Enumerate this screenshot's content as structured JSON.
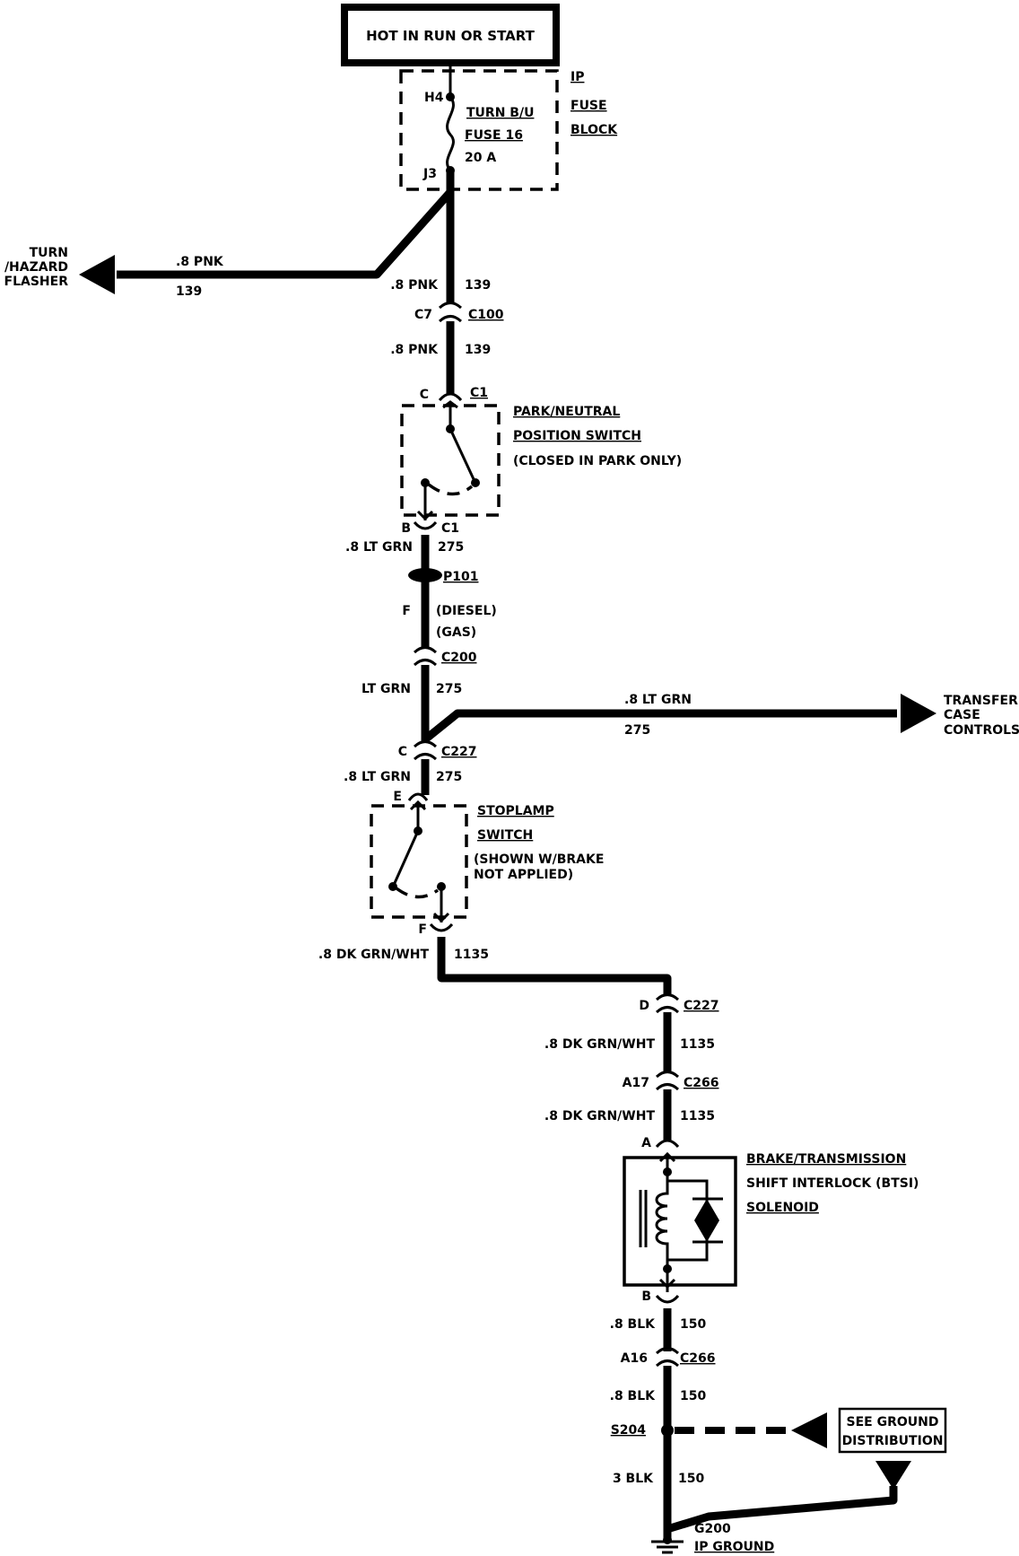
{
  "power": {
    "label": "HOT IN RUN OR START"
  },
  "fuse_block": {
    "terminal_top": "H4",
    "terminal_bottom": "J3",
    "fuse_name_1": "TURN B/U",
    "fuse_name_2": "FUSE 16",
    "rating": "20 A",
    "title_1": "IP",
    "title_2": "FUSE",
    "title_3": "BLOCK"
  },
  "flasher_branch": {
    "dest_1": "TURN",
    "dest_2": "/HAZARD",
    "dest_3": "FLASHER",
    "wire_color": ".8 PNK",
    "circuit": "139"
  },
  "segments": {
    "pnk_1": {
      "color": ".8 PNK",
      "circuit": "139"
    },
    "pnk_2": {
      "color": ".8 PNK",
      "circuit": "139"
    },
    "ltgrn_1": {
      "color": ".8 LT GRN",
      "circuit": "275"
    },
    "ltgrn_2": {
      "color": "LT GRN",
      "circuit": "275"
    },
    "ltgrn_3": {
      "color": ".8 LT GRN",
      "circuit": "275"
    },
    "dkgrn_1": {
      "color": ".8 DK GRN/WHT",
      "circuit": "1135"
    },
    "dkgrn_2": {
      "color": ".8 DK GRN/WHT",
      "circuit": "1135"
    },
    "dkgrn_3": {
      "color": ".8 DK GRN/WHT",
      "circuit": "1135"
    },
    "blk_1": {
      "color": ".8 BLK",
      "circuit": "150"
    },
    "blk_2": {
      "color": ".8 BLK",
      "circuit": "150"
    },
    "blk_3": {
      "color": "3 BLK",
      "circuit": "150"
    }
  },
  "connectors": {
    "c100": {
      "pin": "C7",
      "name": "C100"
    },
    "pn_top": {
      "pin": "C",
      "name": "C1"
    },
    "pn_bottom": {
      "pin": "B",
      "name": "C1"
    },
    "c200": {
      "name": "C200"
    },
    "c227_a": {
      "pin": "C",
      "name": "C227"
    },
    "stop_top": {
      "pin": "E"
    },
    "stop_bottom": {
      "pin": "F"
    },
    "c227_b": {
      "pin": "D",
      "name": "C227"
    },
    "c266_a": {
      "pin": "A17",
      "name": "C266"
    },
    "sol_top": {
      "pin": "A"
    },
    "sol_bottom": {
      "pin": "B"
    },
    "c266_b": {
      "pin": "A16",
      "name": "C266"
    }
  },
  "park_neutral": {
    "title_1": "PARK/NEUTRAL",
    "title_2": "POSITION SWITCH",
    "note": "(CLOSED IN PARK ONLY)"
  },
  "p101": {
    "name": "P101",
    "pin": "F",
    "note_1": "(DIESEL)",
    "note_2": "(GAS)"
  },
  "transfer_branch": {
    "dest_1": "TRANSFER",
    "dest_2": "CASE",
    "dest_3": "CONTROLS",
    "wire_color": ".8 LT GRN",
    "circuit": "275"
  },
  "stoplamp": {
    "title_1": "STOPLAMP",
    "title_2": "SWITCH",
    "note_1": "(SHOWN W/BRAKE",
    "note_2": "NOT APPLIED)"
  },
  "solenoid": {
    "title_1": "BRAKE/TRANSMISSION",
    "title_2": "SHIFT INTERLOCK (BTSI)",
    "title_3": "SOLENOID"
  },
  "splice": {
    "name": "S204"
  },
  "ground_ref": {
    "line_1": "SEE GROUND",
    "line_2": "DISTRIBUTION"
  },
  "ground": {
    "name": "G200",
    "location": "IP GROUND"
  }
}
